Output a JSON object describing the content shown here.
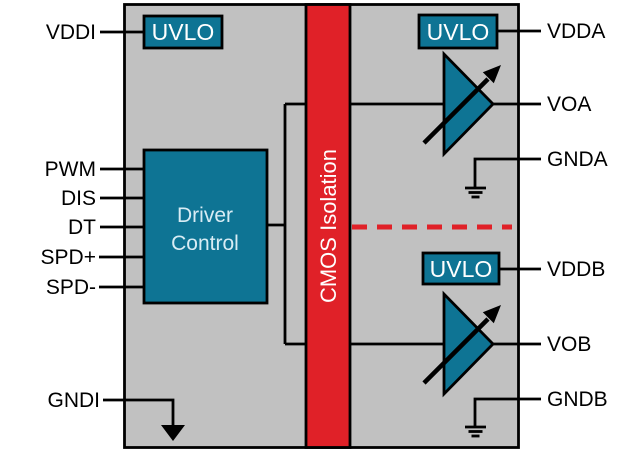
{
  "pins": {
    "left": [
      "VDDI",
      "PWM",
      "DIS",
      "DT",
      "SPD+",
      "SPD-",
      "GNDI"
    ],
    "right": [
      "VDDA",
      "VOA",
      "GNDA",
      "VDDB",
      "VOB",
      "GNDB"
    ]
  },
  "blocks": {
    "uvlo_input": "UVLO",
    "uvlo_a": "UVLO",
    "uvlo_b": "UVLO",
    "driver_control": {
      "line1": "Driver",
      "line2": "Control"
    },
    "isolation": "CMOS Isolation"
  },
  "colors": {
    "teal": "#0E7494",
    "red": "#E02128",
    "block_gray": "#C1C1C1",
    "uvlo_text": "#FFFFFF",
    "driver_text": "#D8ECF4",
    "wire_black": "#000000"
  }
}
